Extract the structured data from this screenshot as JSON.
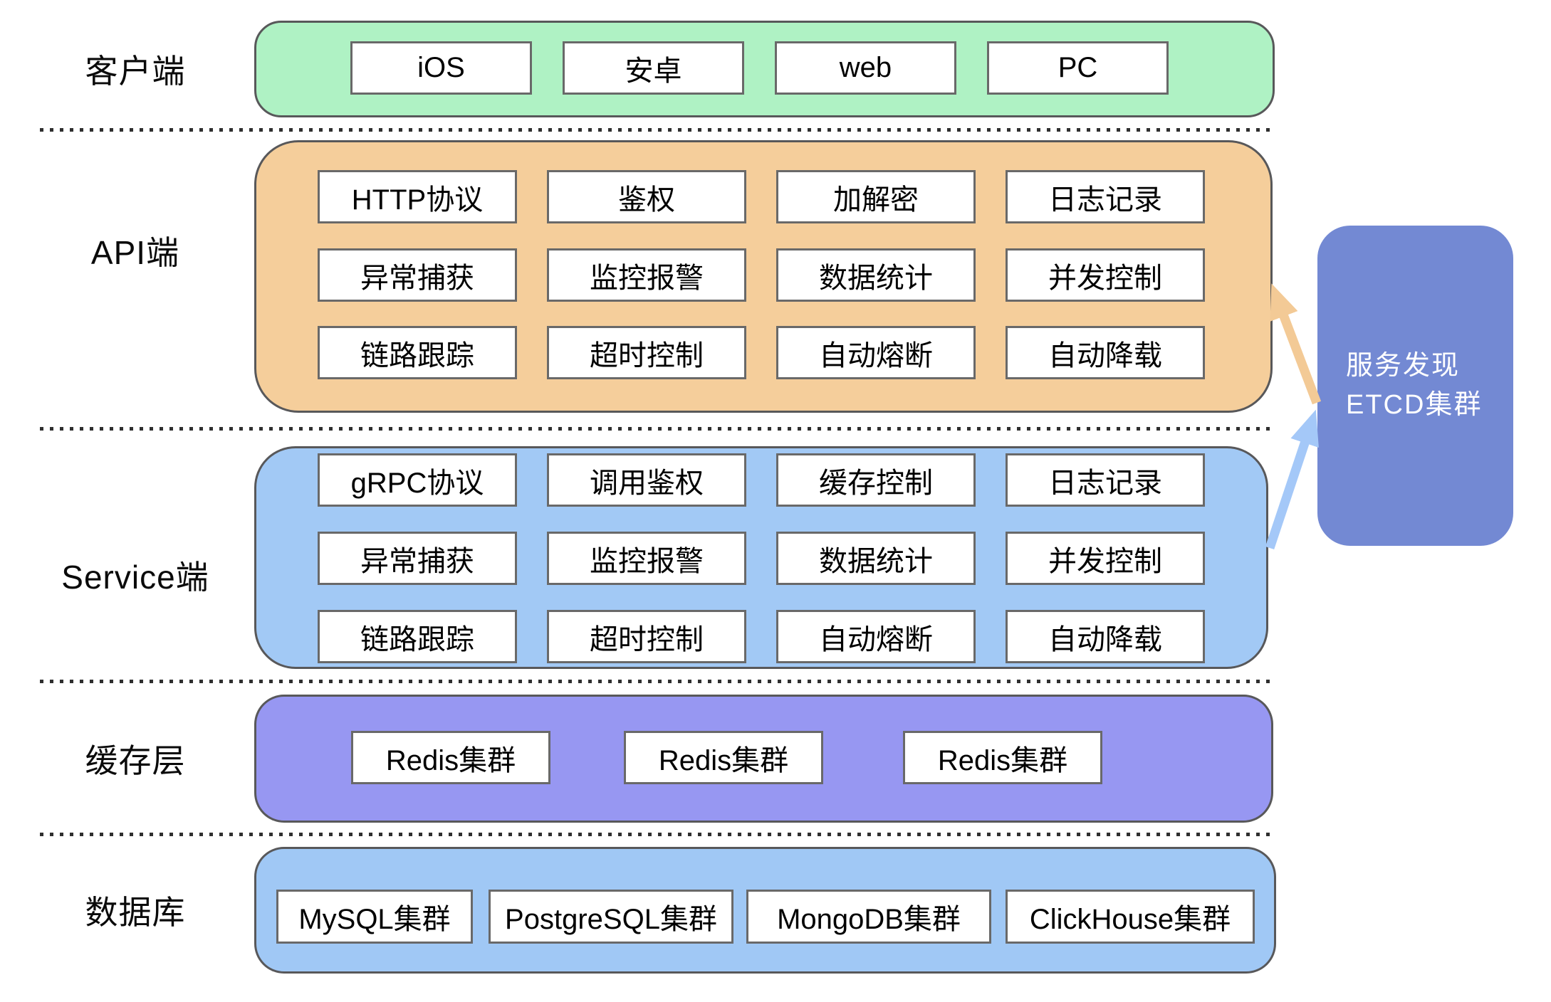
{
  "colors": {
    "client": "#AFF2C4",
    "api": "#F5CE9B",
    "service": "#A2C9F5",
    "cache": "#9797F2",
    "db": "#A0C8F5",
    "etcd": "#7389D3",
    "arrow-orange": "#F3CA96",
    "arrow-blue": "#A4C8F8"
  },
  "layers": [
    {
      "label": "客户端",
      "items": [
        "iOS",
        "安卓",
        "web",
        "PC"
      ]
    },
    {
      "label": "API端",
      "rows": [
        [
          "HTTP协议",
          "鉴权",
          "加解密",
          "日志记录"
        ],
        [
          "异常捕获",
          "监控报警",
          "数据统计",
          "并发控制"
        ],
        [
          "链路跟踪",
          "超时控制",
          "自动熔断",
          "自动降载"
        ]
      ]
    },
    {
      "label": "Service端",
      "rows": [
        [
          "gRPC协议",
          "调用鉴权",
          "缓存控制",
          "日志记录"
        ],
        [
          "异常捕获",
          "监控报警",
          "数据统计",
          "并发控制"
        ],
        [
          "链路跟踪",
          "超时控制",
          "自动熔断",
          "自动降载"
        ]
      ]
    },
    {
      "label": "缓存层",
      "items": [
        "Redis集群",
        "Redis集群",
        "Redis集群"
      ]
    },
    {
      "label": "数据库",
      "items": [
        "MySQL集群",
        "PostgreSQL集群",
        "MongoDB集群",
        "ClickHouse集群"
      ]
    }
  ],
  "etcd": {
    "lines": [
      "服务发现",
      "ETCD集群"
    ]
  }
}
